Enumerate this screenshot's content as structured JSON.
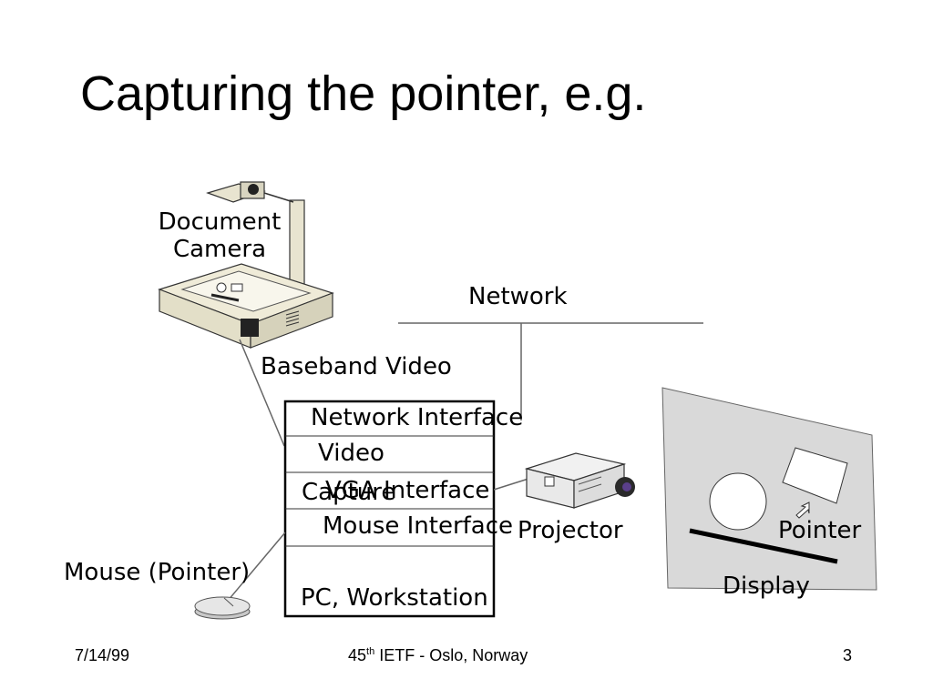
{
  "slide": {
    "title": "Capturing the pointer, e.g."
  },
  "diagram": {
    "document_camera_line1": "Document",
    "document_camera_line2": "Camera",
    "network": "Network",
    "baseband_video": "Baseband Video",
    "pc_stack": [
      "Network Interface",
      "Video",
      "Capture",
      "VGA Interface",
      "Mouse Interface"
    ],
    "pc_workstation": "PC, Workstation",
    "mouse_pointer": "Mouse (Pointer)",
    "projector": "Projector",
    "pointer": "Pointer",
    "display": "Display"
  },
  "footer": {
    "date": "7/14/99",
    "event_prefix": "45",
    "event_sup": "th",
    "event_suffix": " IETF - Oslo, Norway",
    "page": "3"
  }
}
